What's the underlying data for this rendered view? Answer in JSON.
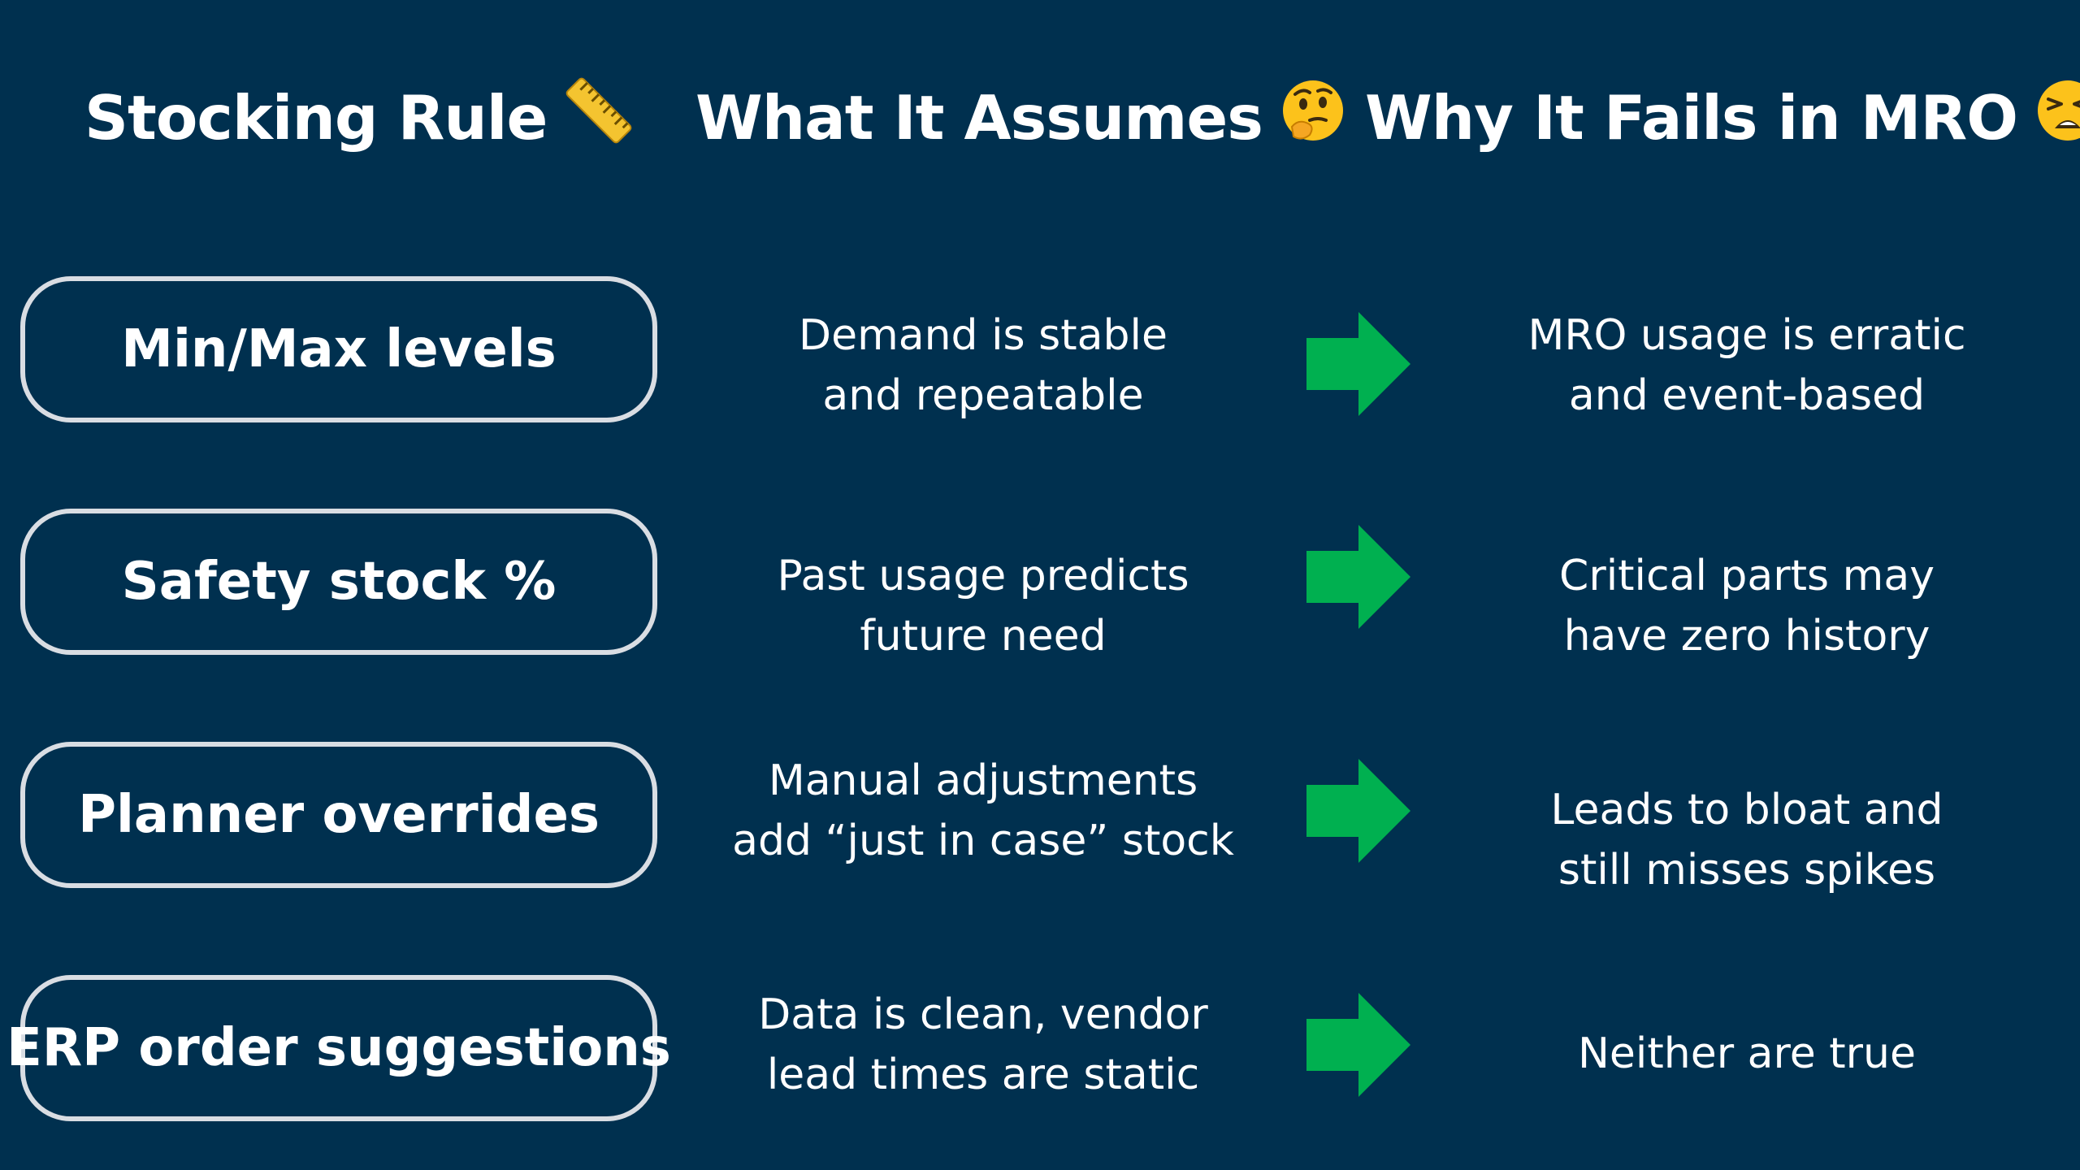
{
  "headers": {
    "rule": "Stocking Rule",
    "assumes": "What It Assumes",
    "fails": "Why It Fails in MRO"
  },
  "header_icons": [
    "ruler-icon",
    "thinking-face-icon",
    "weary-face-icon"
  ],
  "rows": [
    {
      "rule": "Min/Max levels",
      "assumes": [
        "Demand is stable",
        "and repeatable"
      ],
      "fails": [
        "MRO usage is erratic",
        "and event-based"
      ]
    },
    {
      "rule": "Safety stock %",
      "assumes": [
        "Past usage predicts",
        "future need"
      ],
      "fails": [
        "Critical parts may",
        "have zero history"
      ]
    },
    {
      "rule": "Planner overrides",
      "assumes": [
        "Manual adjustments",
        "add “just in case” stock"
      ],
      "fails": [
        "Leads to bloat and",
        "still misses spikes"
      ]
    },
    {
      "rule": "ERP order suggestions",
      "assumes": [
        "Data is clean, vendor",
        "lead times are static"
      ],
      "fails": [
        "Neither are true"
      ]
    }
  ],
  "colors": {
    "background": "#00304f",
    "arrow": "#00b050",
    "box_border": "#d9dde3",
    "text": "#ffffff"
  }
}
